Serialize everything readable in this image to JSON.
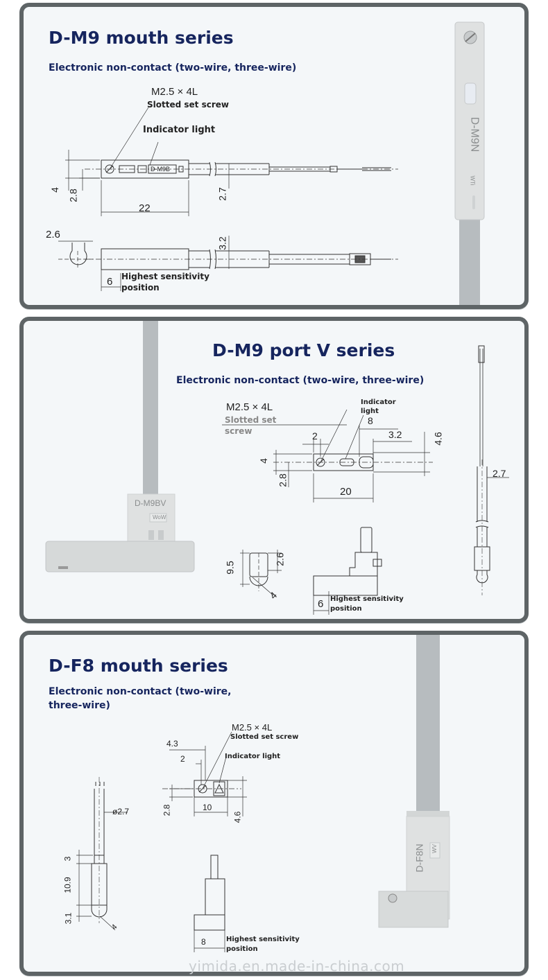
{
  "panels": [
    {
      "title": "D-M9 mouth series",
      "subtitle": "Electronic non-contact (two-wire, three-wire)",
      "labels": {
        "screw_spec": "M2.5 × 4L",
        "screw_name": "Slotted set screw",
        "indicator": "Indicator light",
        "model_mark": "D-M9B",
        "dim_4": "4",
        "dim_2_8": "2.8",
        "dim_22": "22",
        "dim_2_7": "2.7",
        "dim_2_6": "2.6",
        "dim_3_2": "3.2",
        "dim_6": "6",
        "sensitivity_1": "Highest sensitivity",
        "sensitivity_2": "position"
      },
      "product_label": "D-M9N",
      "product_sub": "WTi"
    },
    {
      "title": "D-M9 port V series",
      "subtitle": "Electronic non-contact (two-wire, three-wire)",
      "labels": {
        "screw_spec": "M2.5 × 4L",
        "screw_name_1": "Slotted set",
        "screw_name_2": "screw",
        "indicator_1": "Indicator",
        "indicator_2": "light",
        "dim_2": "2",
        "dim_8": "8",
        "dim_3_2": "3.2",
        "dim_4_6": "4.6",
        "dim_4": "4",
        "dim_2_8": "2.8",
        "dim_20": "20",
        "dim_2_7": "2.7",
        "dim_9_5": "9.5",
        "dim_2_6": "2.6",
        "dim_4b": "4",
        "dim_6": "6",
        "sensitivity_1": "Highest sensitivity",
        "sensitivity_2": "position"
      },
      "product_label": "D-M9BV",
      "product_sub": "WoW"
    },
    {
      "title": "D-F8 mouth series",
      "subtitle_1": "Electronic non-contact (two-wire,",
      "subtitle_2": "three-wire)",
      "labels": {
        "screw_spec": "M2.5 × 4L",
        "screw_name": "Slotted set screw",
        "indicator": "Indicator light",
        "dim_4_3": "4.3",
        "dim_2": "2",
        "dim_2_8": "2.8",
        "dim_10": "10",
        "dim_4_6": "4.6",
        "dim_d2_7": "ø2.7",
        "dim_3": "3",
        "dim_10_9": "10.9",
        "dim_3_1": "3.1",
        "dim_4": "4",
        "dim_8": "8",
        "sensitivity_1": "Highest sensitivity",
        "sensitivity_2": "position"
      },
      "product_label": "D-F8N",
      "product_sub": "WV"
    }
  ],
  "watermark": "yimida.en.made-in-china.com",
  "colors": {
    "title": "#16255e",
    "panel_border": "#5e6466",
    "panel_bg": "#f4f7f9",
    "sensor_body": "#dfe1e1",
    "cable": "#b7bcbf"
  }
}
